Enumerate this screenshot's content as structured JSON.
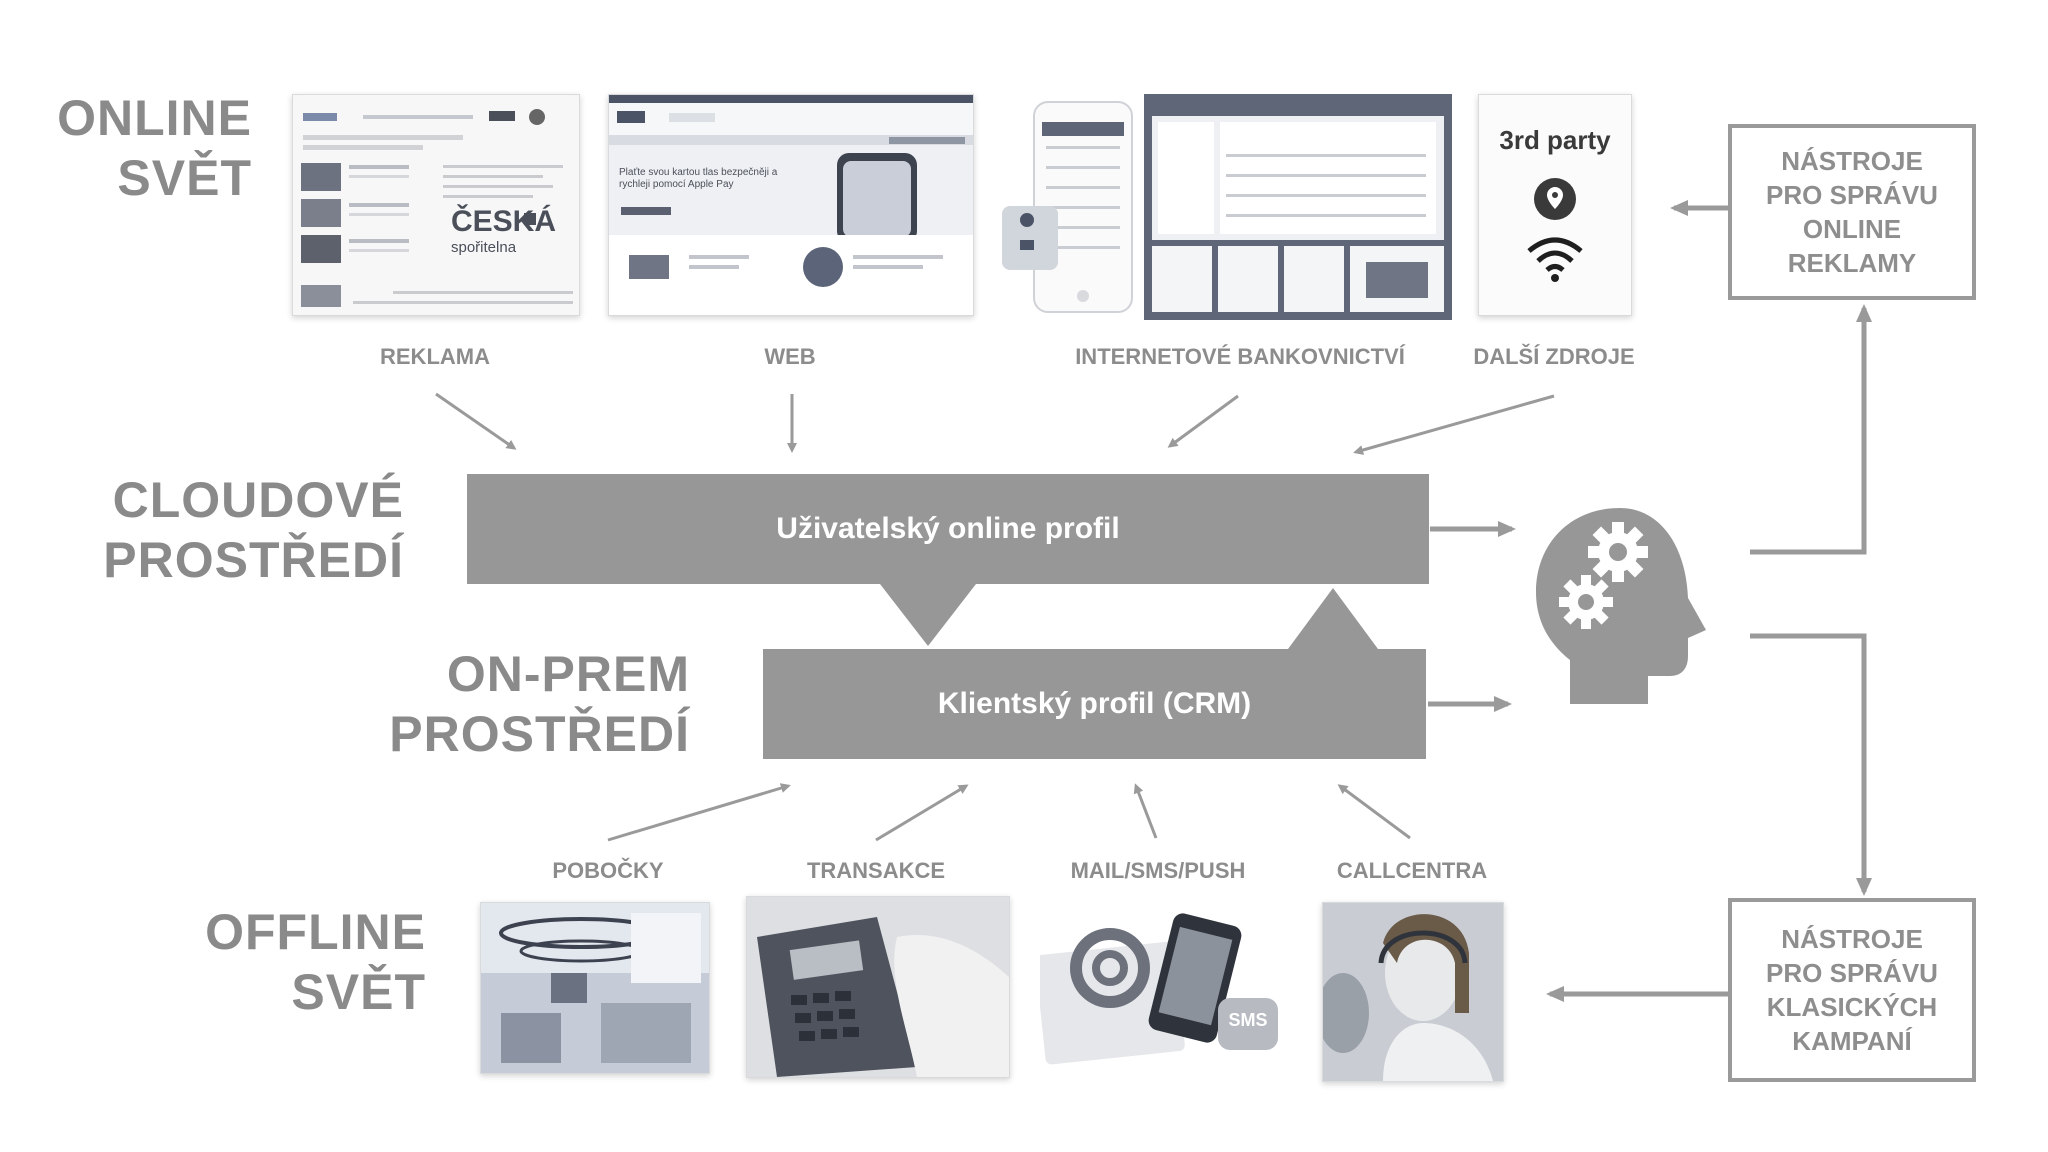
{
  "sections": {
    "online": [
      "ONLINE",
      "SVĚT"
    ],
    "cloud": [
      "CLOUDOVÉ",
      "PROSTŘEDÍ"
    ],
    "onprem": [
      "ON-PREM",
      "PROSTŘEDÍ"
    ],
    "offline": [
      "OFFLINE",
      "SVĚT"
    ]
  },
  "online_sources": [
    {
      "label": "REKLAMA",
      "icon": "news-portal-screenshot"
    },
    {
      "label": "WEB",
      "icon": "bank-website-screenshot"
    },
    {
      "label": "INTERNETOVÉ BANKOVNICTVÍ",
      "icon": "internet-banking-screenshot"
    },
    {
      "label": "DALŠÍ ZDROJE",
      "icon": "third-party-card"
    }
  ],
  "ad_thumb": {
    "brand_line1": "ČESKÁ",
    "brand_line2": "spořitelna"
  },
  "web_thumb": {
    "headline": "Plaťte svou kartou tlas bezpečněji a rychleji pomocí Apple Pay"
  },
  "third_party": {
    "title": "3rd party",
    "icons": [
      "location-pin-icon",
      "wifi-icon"
    ]
  },
  "profiles": {
    "online": "Uživatelský online profil",
    "crm": "Klientský profil (CRM)"
  },
  "brain_icon": "head-gears-icon",
  "tools": {
    "online": [
      "NÁSTROJE",
      "PRO SPRÁVU",
      "ONLINE",
      "REKLAMY"
    ],
    "offline": [
      "NÁSTROJE",
      "PRO SPRÁVU",
      "KLASICKÝCH",
      "KAMPANÍ"
    ]
  },
  "offline_sources": [
    {
      "label": "POBOČKY",
      "icon": "branch-office-photo"
    },
    {
      "label": "TRANSAKCE",
      "icon": "payment-terminal-photo"
    },
    {
      "label": "MAIL/SMS/PUSH",
      "icon": "mail-sms-photo"
    },
    {
      "label": "CALLCENTRA",
      "icon": "call-center-photo"
    }
  ],
  "sms_badge": "SMS",
  "colors": {
    "gray": "#979797",
    "text": "#8a8a8a",
    "arrow": "#9a9a9a"
  }
}
